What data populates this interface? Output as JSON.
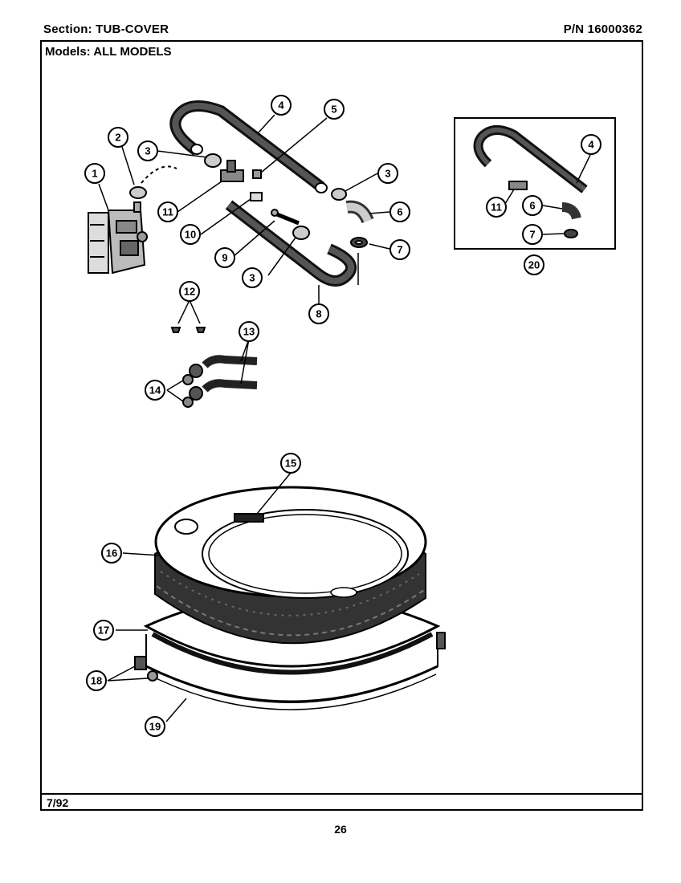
{
  "header": {
    "section": "Section:  TUB-COVER",
    "part_number": "P/N  16000362",
    "models": "Models:  ALL MODELS"
  },
  "footer": {
    "date": "7/92",
    "page_number": "26"
  },
  "callouts": {
    "c1": "1",
    "c2": "2",
    "c3a": "3",
    "c3b": "3",
    "c3c": "3",
    "c4": "4",
    "c5": "5",
    "c6": "6",
    "c7": "7",
    "c8": "8",
    "c9": "9",
    "c10": "10",
    "c11": "11",
    "c12": "12",
    "c13": "13",
    "c14": "14",
    "c15": "15",
    "c16": "16",
    "c17": "17",
    "c18": "18",
    "c19": "19",
    "c20": "20",
    "inset_c4": "4",
    "inset_c11": "11",
    "inset_c6": "6",
    "inset_c7": "7"
  }
}
